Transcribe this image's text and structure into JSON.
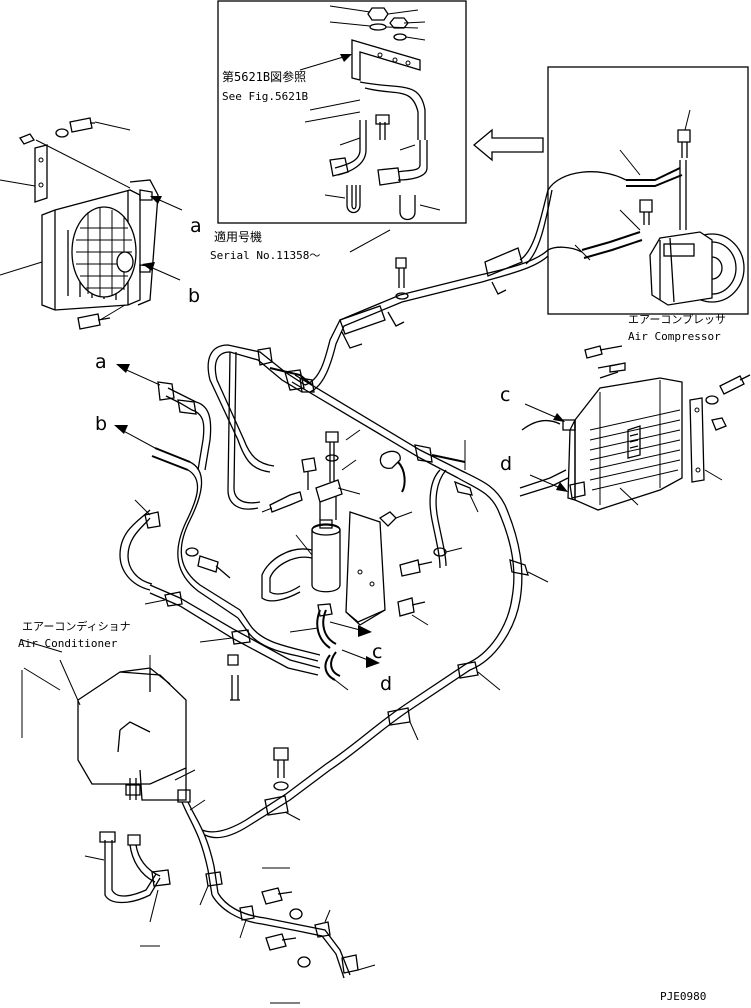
{
  "inset": {
    "ref_jp": "第5621B図参照",
    "ref_en": "See Fig.5621B",
    "serial_jp": "適用号機",
    "serial_en": "Serial No.11358～"
  },
  "components": {
    "compressor_jp": "エアーコンプレッサ",
    "compressor_en": "Air Compressor",
    "conditioner_jp": "エアーコンディショナ",
    "conditioner_en": "Air Conditioner"
  },
  "callouts": {
    "a": "a",
    "b": "b",
    "c": "c",
    "d": "d"
  },
  "footer": {
    "code": "PJE0980"
  }
}
